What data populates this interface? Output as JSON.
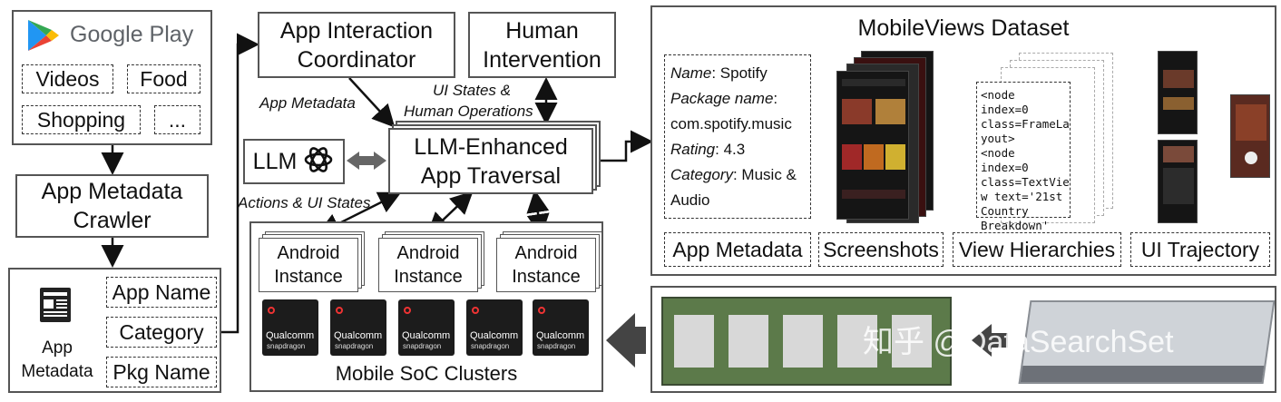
{
  "google_play": {
    "title": "Google Play",
    "categories": [
      "Videos",
      "Food",
      "Shopping",
      "..."
    ]
  },
  "crawler": {
    "label_line1": "App Metadata",
    "label_line2": "Crawler"
  },
  "metadata_panel": {
    "label_line1": "App",
    "label_line2": "Metadata",
    "fields": [
      "App Name",
      "Category",
      "Pkg Name"
    ]
  },
  "coordinator": {
    "line1": "App Interaction",
    "line2": "Coordinator"
  },
  "human": {
    "line1": "Human",
    "line2": "Intervention"
  },
  "traversal": {
    "line1": "LLM-Enhanced",
    "line2": "App Traversal"
  },
  "llm": {
    "label": "LLM"
  },
  "edge_labels": {
    "app_metadata": "App Metadata",
    "ui_states_line1": "UI States &",
    "ui_states_line2": "Human Operations",
    "actions": "Actions & UI States"
  },
  "cluster": {
    "title": "Mobile SoC Clusters",
    "instances": [
      {
        "line1": "Android",
        "line2": "Instance"
      },
      {
        "line1": "Android",
        "line2": "Instance"
      },
      {
        "line1": "Android",
        "line2": "Instance"
      }
    ],
    "chips": [
      {
        "brand": "Qualcomm",
        "model": "snapdragon"
      },
      {
        "brand": "Qualcomm",
        "model": "snapdragon"
      },
      {
        "brand": "Qualcomm",
        "model": "snapdragon"
      },
      {
        "brand": "Qualcomm",
        "model": "snapdragon"
      },
      {
        "brand": "Qualcomm",
        "model": "snapdragon"
      }
    ]
  },
  "dataset": {
    "title": "MobileViews Dataset",
    "metadata_card": {
      "name_key": "Name",
      "name_val": ": Spotify",
      "pkg_key": "Package name",
      "pkg_val": ":",
      "pkg_value": "com.spotify.music",
      "rating_key": "Rating",
      "rating_val": ": 4.3",
      "category_key": "Category",
      "category_val": ": Music &",
      "category_cont": "Audio"
    },
    "hierarchy_lines": [
      "<node index=0",
      "class=FrameLa",
      "yout>",
      "<node index=0",
      "class=TextVie",
      "w text='21st",
      "Country",
      "Breakdown' />"
    ],
    "captions": [
      "App Metadata",
      "Screenshots",
      "View Hierarchies",
      "UI Trajectory"
    ]
  },
  "watermark": "知乎 @DataSearchSet"
}
